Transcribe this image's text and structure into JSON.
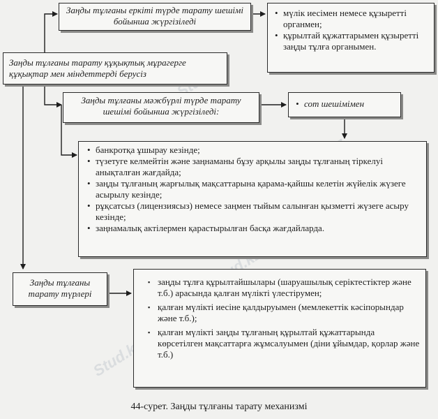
{
  "boxes": {
    "voluntary": "Заңды тұлғаны еркіті түрде тарату шешімі бойынша жүргізіледі",
    "voluntary_detail": [
      "мүлік иесімен немесе құзыретті органмен;",
      "құрылтай құжаттарымен құзыретті заңды тұлға органымен."
    ],
    "main": "Заңды тұлғаны тарату құқықтық мұрагерге құқықтар мен міндеттерді берусіз",
    "forced": "Заңды тұлғаны мәжбүрлі түрде тарату шешімі бойынша жүргізіледі:",
    "court": "сот шешімімен",
    "forced_cases": [
      "банкротқа ұшырау кезінде;",
      "түзетуге келмейтін және заңнаманы бұзу арқылы заңды тұлғаның тіркелуі анықталған жағдайда;",
      "заңды тұлғаның жарғылық мақсаттарына қарама-қайшы келетін жүйелік жүзеге асырылу кезінде;",
      "рұқсатсыз (лицензиясыз) немесе заңмен тыйым салынған қызметті жүзеге асыру кезінде;",
      "заңнамалық актілермен қарастырылған басқа жағдайларда."
    ],
    "types": "Заңды тұлғаны тарату түрлері",
    "types_detail": [
      "заңды тұлға құрылтайшылары (шаруашылық серіктестіктер және т.б.) арасында қалған мүлікті үлестірумен;",
      "қалған мүлікті иесіне қалдыруымен (мемлекеттік кәсіпорындар және т.б.);",
      "қалған мүлікті заңды тұлғаның құрылтай құжаттарында көрсетілген мақсаттарға жұмсалуымен (діни ұйымдар, қорлар және т.б.)"
    ]
  },
  "caption": "44-сурет. Заңды тұлғаны тарату механизмі",
  "watermark": "Stud.kz"
}
